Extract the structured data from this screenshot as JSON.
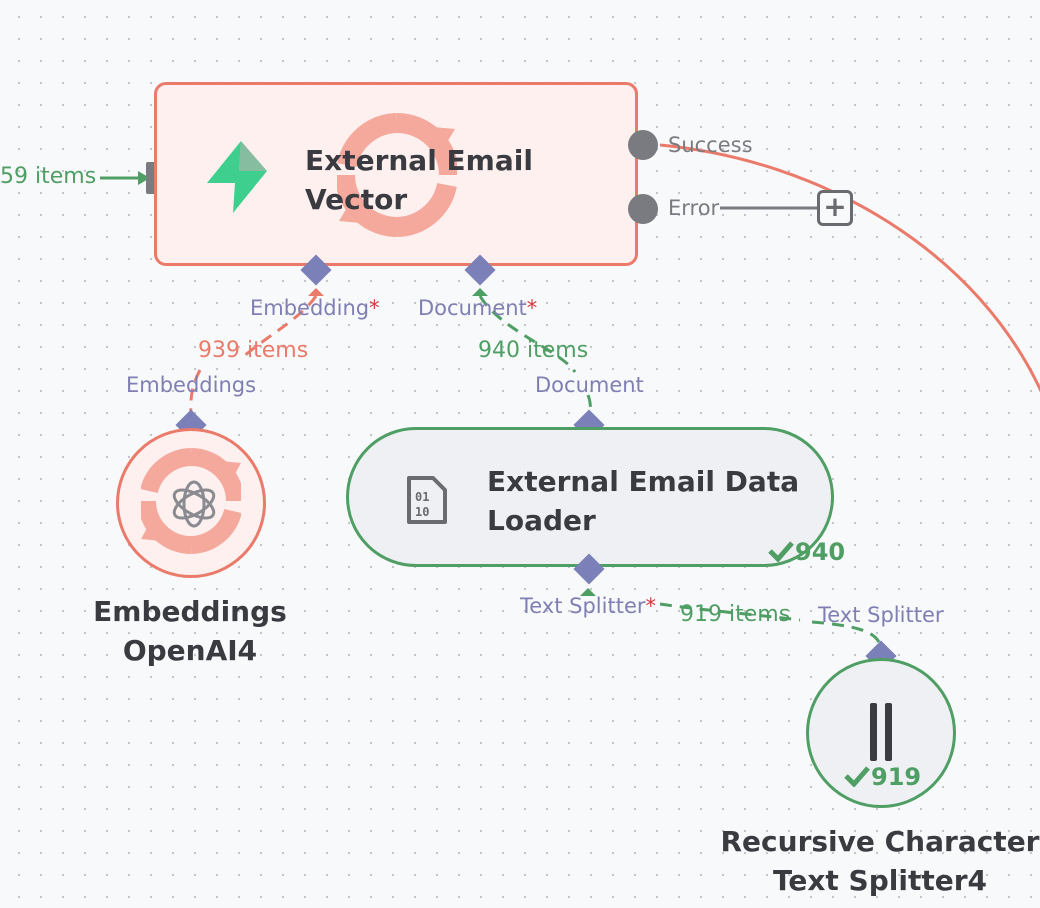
{
  "nodes": {
    "vector": {
      "title": "External Email Vector",
      "inputs": {
        "embedding": "Embedding",
        "document": "Document"
      }
    },
    "embeddings": {
      "title": "Embeddings OpenAI4",
      "output": "Embeddings"
    },
    "loader": {
      "title": "External Email Data Loader",
      "input": "Document",
      "output": "Text Splitter",
      "count": "940"
    },
    "splitter": {
      "title": "Recursive Character Text Splitter4",
      "input": "Text Splitter",
      "count": "919"
    }
  },
  "outputs": {
    "success": "Success",
    "error": "Error"
  },
  "connections": {
    "incoming": "59 items",
    "embedding": "939 items",
    "document": "940 items",
    "splitter": "919 items"
  },
  "required_marker": "*",
  "add_button": "+",
  "colors": {
    "running": "#ea7a6a",
    "success": "#4f9e64",
    "port": "#7c80b8"
  }
}
